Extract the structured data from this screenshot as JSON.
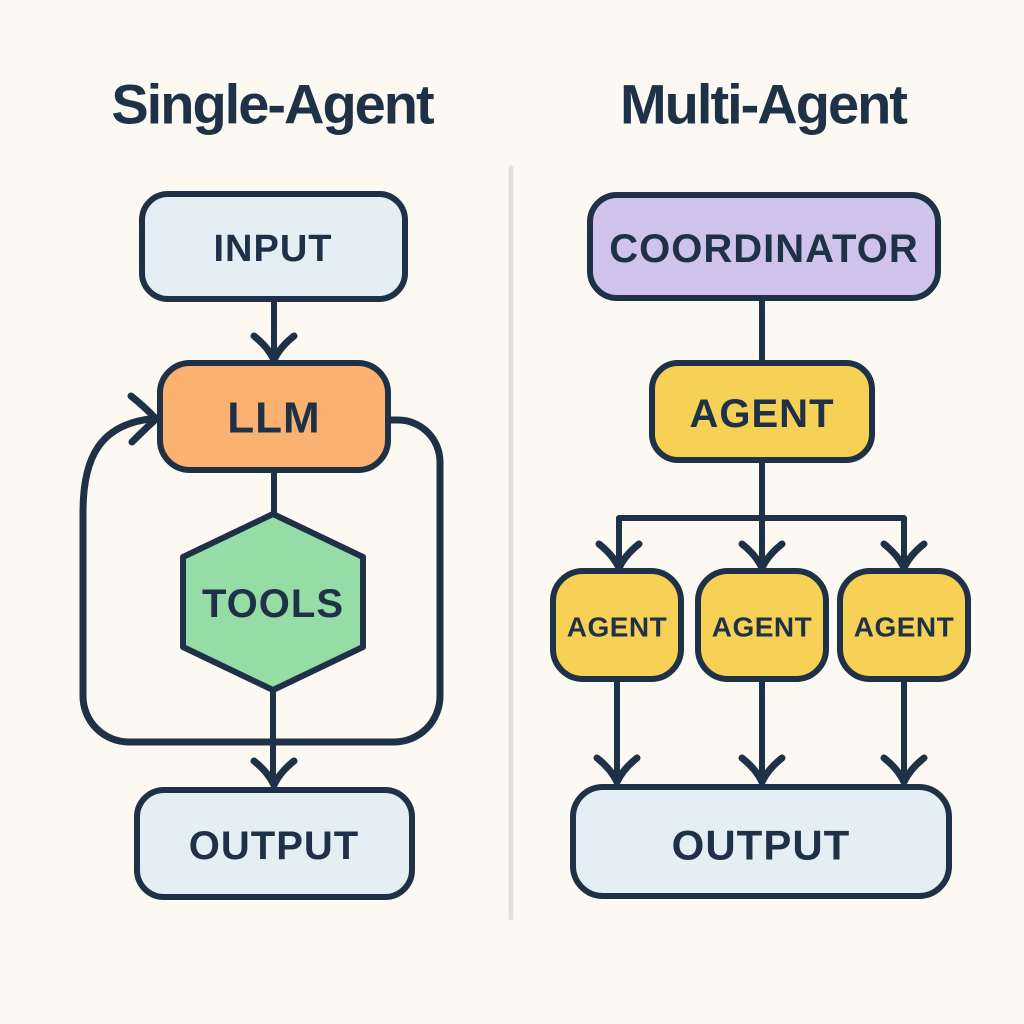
{
  "diagram": {
    "left_panel": {
      "title": "Single-Agent",
      "nodes": {
        "input": "INPUT",
        "llm": "LLM",
        "tools": "TOOLS",
        "output": "OUTPUT"
      }
    },
    "right_panel": {
      "title": "Multi-Agent",
      "nodes": {
        "coordinator": "COORDINATOR",
        "lead_agent": "AGENT",
        "sub_agents": [
          "AGENT",
          "AGENT",
          "AGENT"
        ],
        "output": "OUTPUT"
      }
    },
    "colors": {
      "background": "#fbf9f2",
      "stroke": "#1e3146",
      "io_fill": "#e3eef5",
      "llm_fill": "#fbb170",
      "tools_fill": "#95dca6",
      "coordinator_fill": "#cfc3ee",
      "agent_fill": "#f7d056",
      "divider": "#e3e2de"
    }
  }
}
